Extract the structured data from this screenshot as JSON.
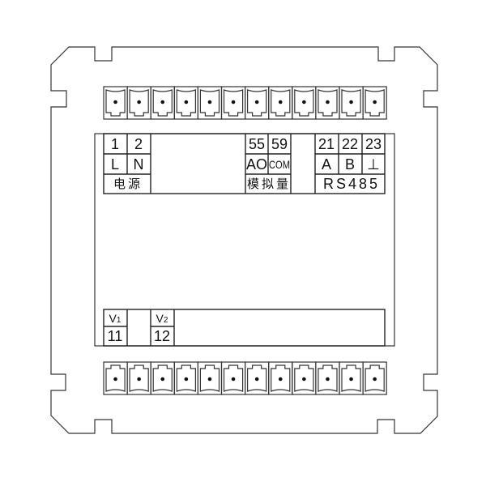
{
  "power": {
    "terminals": [
      "1",
      "2"
    ],
    "signals": [
      "L",
      "N"
    ],
    "group_label": "电源"
  },
  "analog": {
    "terminals": [
      "55",
      "59"
    ],
    "signals": [
      "AO",
      "COM"
    ],
    "group_label": "模拟量"
  },
  "rs485": {
    "terminals": [
      "21",
      "22",
      "23"
    ],
    "signals": [
      "A",
      "B",
      "⊥"
    ],
    "group_label": "RS485"
  },
  "voltage": {
    "v1": {
      "letter": "V",
      "sub": "1",
      "terminal": "11"
    },
    "v2": {
      "letter": "V",
      "sub": "2",
      "terminal": "12"
    }
  },
  "terminal_blocks": {
    "top_count": 12,
    "bottom_count": 12
  }
}
